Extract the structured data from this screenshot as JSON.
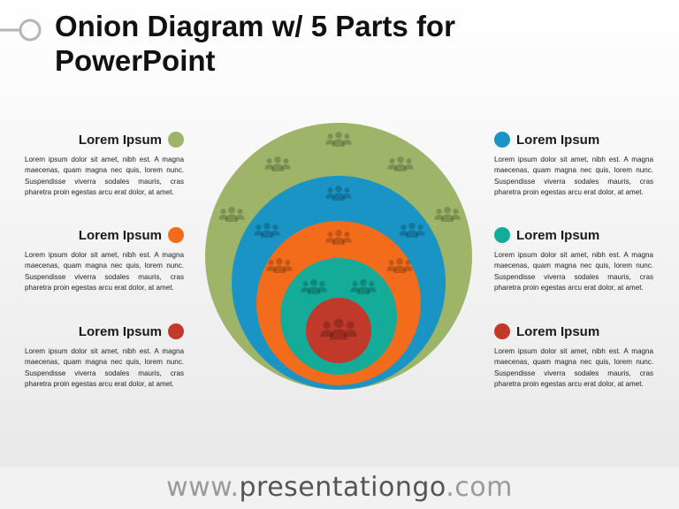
{
  "title": "Onion Diagram w/ 5 Parts for PowerPoint",
  "footer": {
    "www": "www.",
    "brand": "presentationgo",
    "com": ".com"
  },
  "colors": {
    "green": "#9db469",
    "blue": "#1a94c4",
    "orange": "#f26c1c",
    "teal": "#14ab99",
    "red": "#c0392b",
    "icon_shade": "rgba(0,0,0,0.22)"
  },
  "layers": [
    {
      "name": "outer",
      "color": "#9db469"
    },
    {
      "name": "second",
      "color": "#1a94c4"
    },
    {
      "name": "middle",
      "color": "#f26c1c"
    },
    {
      "name": "fourth",
      "color": "#14ab99"
    },
    {
      "name": "core",
      "color": "#c0392b"
    }
  ],
  "left_labels": [
    {
      "title": "Lorem Ipsum",
      "color": "#9db469",
      "text": "Lorem ipsum dolor sit amet, nibh est. A magna maecenas, quam magna nec quis, lorem nunc. Suspendisse viverra sodales mauris, cras pharetra proin egestas arcu erat dolor, at amet."
    },
    {
      "title": "Lorem Ipsum",
      "color": "#f26c1c",
      "text": "Lorem ipsum dolor sit amet, nibh est. A magna maecenas, quam magna nec quis, lorem nunc. Suspendisse viverra sodales mauris, cras pharetra proin egestas arcu erat dolor, at amet."
    },
    {
      "title": "Lorem Ipsum",
      "color": "#c0392b",
      "text": "Lorem ipsum dolor sit amet, nibh est. A magna maecenas, quam magna nec quis, lorem nunc. Suspendisse viverra sodales mauris, cras pharetra proin egestas arcu erat dolor, at amet."
    }
  ],
  "right_labels": [
    {
      "title": "Lorem Ipsum",
      "color": "#1a94c4",
      "text": "Lorem ipsum dolor sit amet, nibh est. A magna maecenas, quam magna nec quis, lorem nunc. Suspendisse viverra sodales mauris, cras pharetra proin egestas arcu erat dolor, at amet."
    },
    {
      "title": "Lorem Ipsum",
      "color": "#14ab99",
      "text": "Lorem ipsum dolor sit amet, nibh est. A magna maecenas, quam magna nec quis, lorem nunc. Suspendisse viverra sodales mauris, cras pharetra proin egestas arcu erat dolor, at amet."
    },
    {
      "title": "Lorem Ipsum",
      "color": "#c0392b",
      "text": "Lorem ipsum dolor sit amet, nibh est. A magna maecenas, quam magna nec quis, lorem nunc. Suspendisse viverra sodales mauris, cras pharetra proin egestas arcu erat dolor, at amet."
    }
  ],
  "icon": "people-group-icon"
}
